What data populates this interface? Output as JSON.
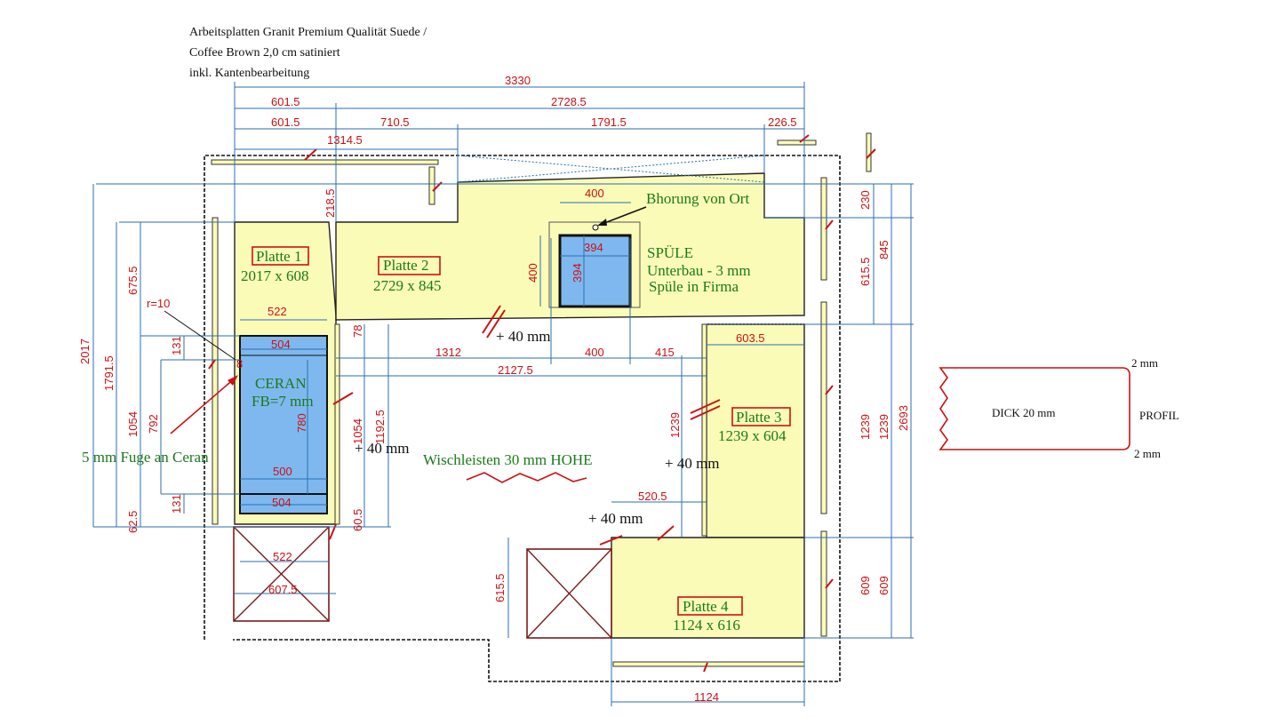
{
  "header": {
    "line1": "Arbeitsplatten Granit Premium Qualität Suede /",
    "line2": "Coffee Brown 2,0 cm satiniert",
    "line3": "inkl. Kantenbearbeitung"
  },
  "plates": [
    {
      "label": "Platte 1",
      "size": "2017 x  608"
    },
    {
      "label": "Platte 2",
      "size": "2729 x 845"
    },
    {
      "label": "Platte 3",
      "size": "1239 x 604"
    },
    {
      "label": "Platte 4",
      "size": "1124 x 616"
    }
  ],
  "annotations": {
    "bohrung": "Bhorung von Ort",
    "spuele": "SPÜLE",
    "unterbau": "Unterbau - 3 mm",
    "spuele_firma": "Spüle in Firma",
    "ceran": "CERAN",
    "fb": "FB=7 mm",
    "fuge": "5 mm Fuge an Ceran",
    "wischleisten": "Wischleisten 30 mm  HOHE",
    "plus40_a": "+ 40 mm",
    "plus40_b": "+ 40 mm",
    "plus40_c": "+ 40 mm",
    "plus40_d": "+ 40 mm",
    "radius": "r=10"
  },
  "profile": {
    "thickness": "DICK 20 mm",
    "label": "PROFIL",
    "top": "2 mm",
    "bottom": "2 mm"
  },
  "dimensions": {
    "top_total": "3330",
    "top_a1": "601.5",
    "top_a2": "2728.5",
    "top_b1": "601.5",
    "top_b2": "710.5",
    "top_b3": "1791.5",
    "top_b4": "226.5",
    "top_c": "1314.5",
    "spuele_w": "400",
    "spuele_inner": "394",
    "spuele_h": "400",
    "spuele_inner_h": "394",
    "cook_top": "522",
    "cook_inner_top": "504",
    "cook_inner_bottom": "500",
    "cook_outer_bottom": "504",
    "cook_height": "780",
    "front_522": "522",
    "front_607": "607.5",
    "d1312": "1312",
    "d400": "400",
    "d415": "415",
    "d2127": "2127.5",
    "d603": "603.5",
    "d520": "520.5",
    "d1124": "1124",
    "v2017": "2017",
    "v1791": "1791.5",
    "v675": "675.5",
    "v1054": "1054",
    "v792": "792",
    "v131a": "131",
    "v131b": "131",
    "v62": "62.5",
    "v218": "218.5",
    "v78": "78",
    "v1054b": "1054",
    "v1192": "1192.5",
    "v60": "60.5",
    "v1239a": "1239",
    "v615a": "615.5",
    "v230": "230",
    "v615b": "615.5",
    "v845": "845",
    "v1239b": "1239",
    "v1239c": "1239",
    "v2693": "2693",
    "v609a": "609",
    "v609b": "609",
    "v8": "8"
  }
}
